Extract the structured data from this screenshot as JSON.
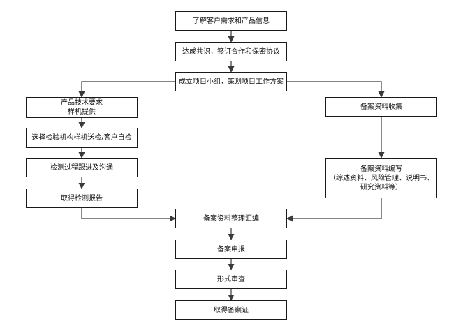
{
  "diagram": {
    "nodes": [
      {
        "id": "n1",
        "label": "了解客户需求和产品信息"
      },
      {
        "id": "n2",
        "label": "达成共识，签订合作和保密协议"
      },
      {
        "id": "n3",
        "label": "成立项目小组，策划项目工作方案"
      },
      {
        "id": "n4",
        "label": "产品技术要求\n样机提供"
      },
      {
        "id": "n5",
        "label": "选择检验机构样机送检/客户自检"
      },
      {
        "id": "n6",
        "label": "检测过程跟进及沟通"
      },
      {
        "id": "n7",
        "label": "取得检测报告"
      },
      {
        "id": "n8",
        "label": "备案资料收集"
      },
      {
        "id": "n9",
        "label": "备案资料编写\n（综述资料、风险管理、说明书、\n研究资料等）"
      },
      {
        "id": "n10",
        "label": "备案资料整理汇编"
      },
      {
        "id": "n11",
        "label": "备案申报"
      },
      {
        "id": "n12",
        "label": "形式审查"
      },
      {
        "id": "n13",
        "label": "取得备案证"
      }
    ],
    "edges": [
      {
        "from": "n1",
        "to": "n2"
      },
      {
        "from": "n2",
        "to": "n3"
      },
      {
        "from": "n3",
        "to": "n4"
      },
      {
        "from": "n3",
        "to": "n8"
      },
      {
        "from": "n4",
        "to": "n5"
      },
      {
        "from": "n5",
        "to": "n6"
      },
      {
        "from": "n6",
        "to": "n7"
      },
      {
        "from": "n7",
        "to": "n10"
      },
      {
        "from": "n8",
        "to": "n9"
      },
      {
        "from": "n9",
        "to": "n10"
      },
      {
        "from": "n10",
        "to": "n11"
      },
      {
        "from": "n11",
        "to": "n12"
      },
      {
        "from": "n12",
        "to": "n13"
      }
    ]
  }
}
